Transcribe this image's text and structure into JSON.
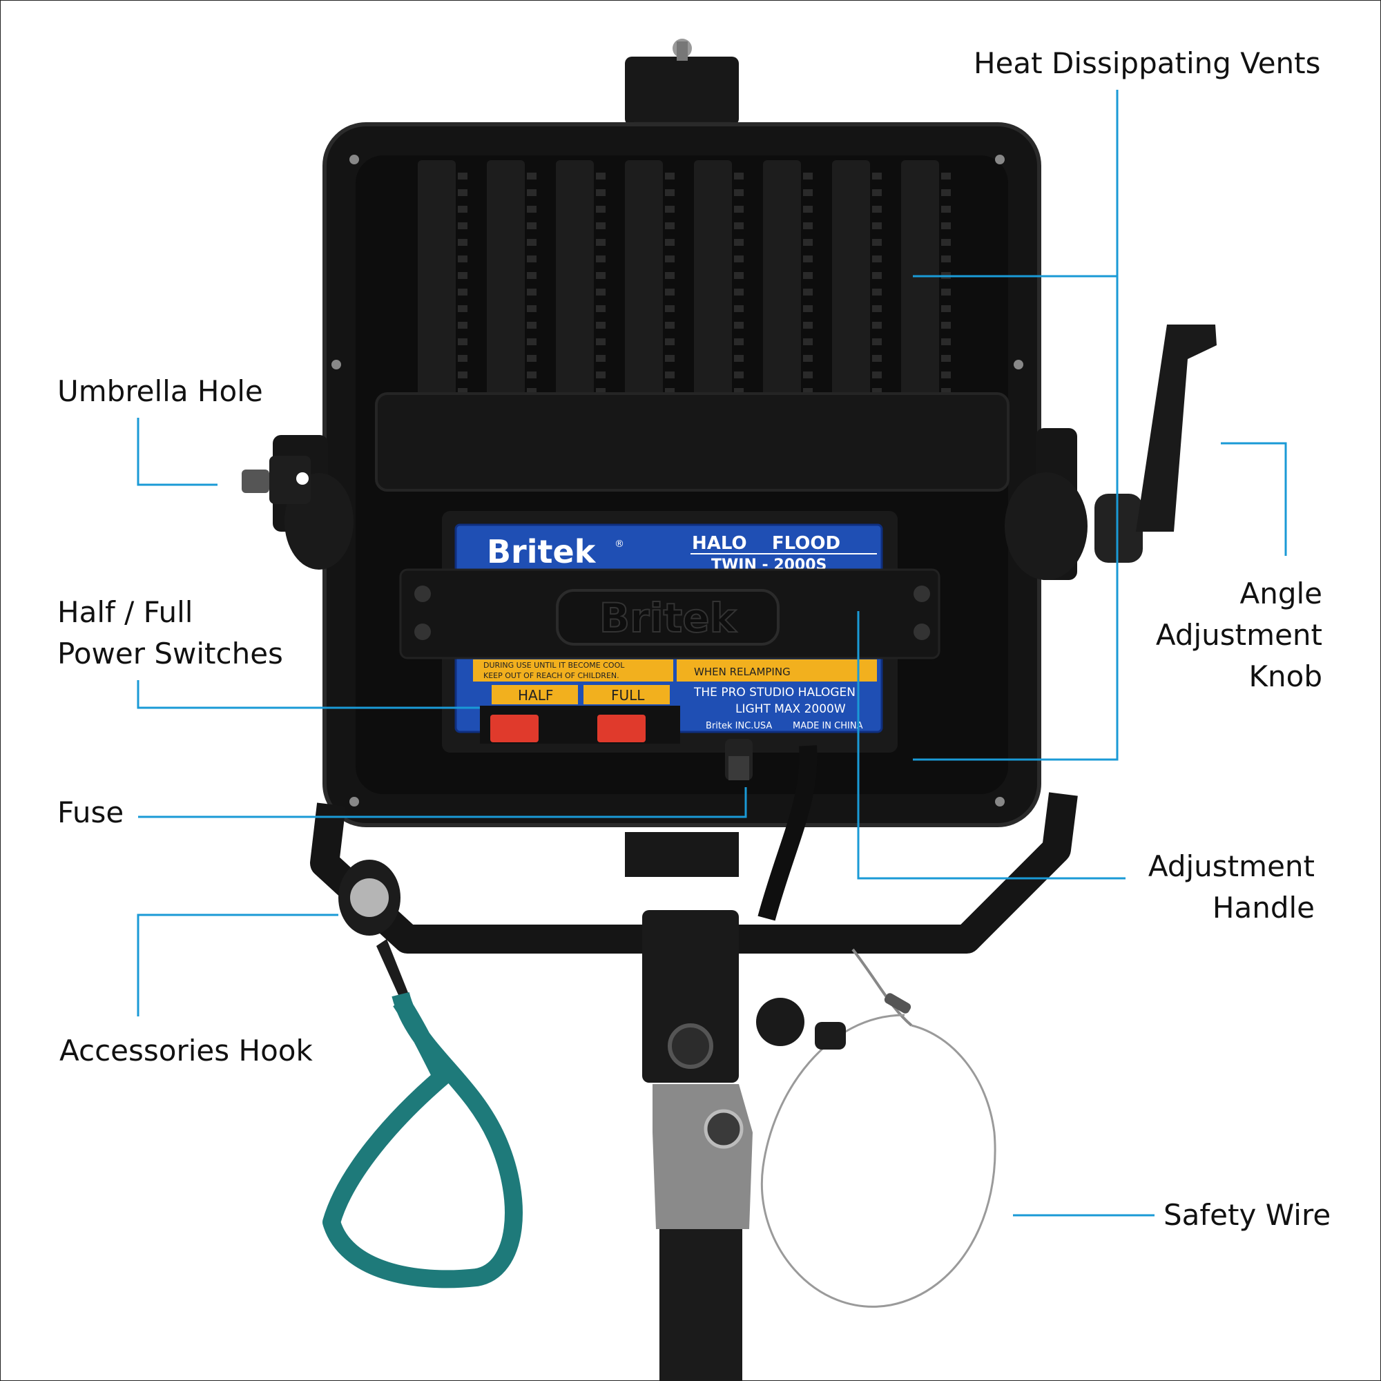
{
  "labels": {
    "heat_vents": "Heat Dissippating Vents",
    "umbrella_hole": "Umbrella Hole",
    "half_full_line1": "Half / Full",
    "half_full_line2": "Power Switches",
    "fuse": "Fuse",
    "accessories_hook": "Accessories Hook",
    "angle_line1": "Angle",
    "angle_line2": "Adjustment",
    "angle_line3": "Knob",
    "adjust_handle_line1": "Adjustment",
    "adjust_handle_line2": "Handle",
    "safety_wire": "Safety Wire"
  },
  "device": {
    "brand": "Britek",
    "registered": "®",
    "model_line1": "HALO    FLOOD",
    "model_line2": "TWIN - 2000S",
    "handle_brand": "Britek",
    "warning_left_1": "DURING USE UNTIL IT BECOME COOL",
    "warning_left_2": "KEEP OUT OF REACH OF CHILDREN.",
    "warning_right": "WHEN RELAMPING",
    "switch_half": "HALF",
    "switch_full": "FULL",
    "info_line1": "THE PRO STUDIO HALOGEN",
    "info_line2": "LIGHT MAX 2000W",
    "maker": "Britek INC.USA",
    "origin": "MADE IN CHINA"
  },
  "colors": {
    "leader": "#1a9ad6",
    "label_blue": "#1f4fb4",
    "body": "#141414",
    "strap": "#1e7a7a",
    "switch": "#e03a2c",
    "warning": "#f2b01e"
  }
}
